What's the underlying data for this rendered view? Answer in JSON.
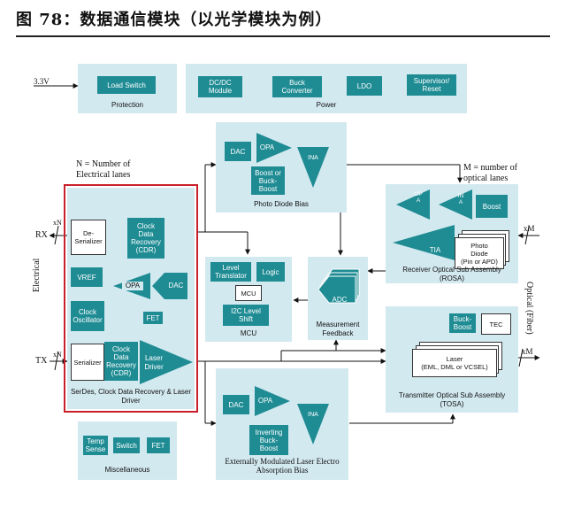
{
  "caption": "图 78：数据通信模块（以光学模块为例）",
  "external": {
    "v33": "3.3V",
    "rx": "RX",
    "tx": "TX",
    "xn_rx": "xN",
    "xn_tx": "xN",
    "xm_rx": "xM",
    "xm_tx": "xM",
    "n_label": [
      "N = Number of",
      "Electrical lanes"
    ],
    "m_label": [
      "M = number of",
      "optical lanes"
    ],
    "electrical": "Electrical",
    "optical": [
      "Optical",
      "(Fiber)"
    ]
  },
  "protection": {
    "title": "Protection",
    "load_switch": "Load Switch"
  },
  "power": {
    "title": "Power",
    "dcdc": [
      "DC/DC",
      "Module"
    ],
    "buck": [
      "Buck",
      "Converter"
    ],
    "ldo": "LDO",
    "supervisor": [
      "Supervisor/",
      "Reset"
    ]
  },
  "photodiode_bias": {
    "title": "Photo Diode Bias",
    "dac": "DAC",
    "opa": "OPA",
    "boost": [
      "Boost or",
      "Buck-",
      "Boost"
    ],
    "ina": "INA"
  },
  "rosa": {
    "title": [
      "Receiver Optical Sub Assembly",
      "(ROSA)"
    ],
    "opa": "OPA",
    "ina": "INA",
    "boost": "Boost",
    "tia": "TIA",
    "photodiode": [
      "Photo",
      "Diode",
      "(Pin or APD)"
    ]
  },
  "serdes": {
    "title": [
      "SerDes, Clock Data Recovery & Laser",
      "Driver"
    ],
    "deserializer": [
      "De-",
      "Serializer"
    ],
    "cdr_rx": [
      "Clock",
      "Data",
      "Recovery",
      "(CDR)"
    ],
    "vref": "VREF",
    "opa": "OPA",
    "dac": "DAC",
    "clock_osc": [
      "Clock",
      "Oscillator"
    ],
    "fet": "FET",
    "serializer": "Serializer",
    "cdr_tx": [
      "Clock",
      "Data",
      "Recovery",
      "(CDR)"
    ],
    "laser_driver": [
      "Laser",
      "Driver"
    ]
  },
  "mcu": {
    "title": "MCU",
    "level_translator": [
      "Level",
      "Translator"
    ],
    "logic": "Logic",
    "mcu": "MCU",
    "i2c": [
      "I2C Level",
      "Shift"
    ]
  },
  "measurement": {
    "title": [
      "Measurement",
      "Feedback"
    ],
    "adc": "ADC"
  },
  "tosa": {
    "title": [
      "Transmitter Optical Sub Assembly",
      "(TOSA)"
    ],
    "buck_boost": [
      "Buck-",
      "Boost"
    ],
    "tec": "TEC",
    "laser": [
      "Laser",
      "(EML, DML or VCSEL)"
    ]
  },
  "eml_bias": {
    "title": [
      "Externally Modulated Laser Electro",
      "Absorption Bias"
    ],
    "dac": "DAC",
    "opa": "OPA",
    "inverting": [
      "Inverting",
      "Buck-",
      "Boost"
    ],
    "ina": "INA"
  },
  "misc": {
    "title": "Miscellaneous",
    "temp_sense": [
      "Temp",
      "Sense"
    ],
    "switch": "Switch",
    "fet": "FET"
  },
  "colors": {
    "panel": "#d3e9f0",
    "block": "#1f8c94",
    "frame": "#c8202a"
  }
}
